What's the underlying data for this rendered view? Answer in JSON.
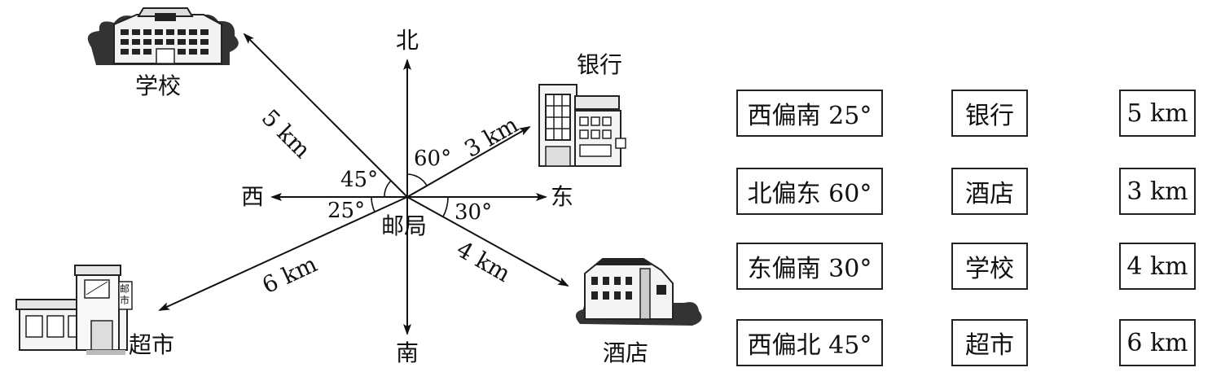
{
  "compass": {
    "north": "北",
    "south": "南",
    "east": "东",
    "west": "西"
  },
  "center_label": "邮局",
  "places": {
    "school": "学校",
    "bank": "银行",
    "supermarket": "超市",
    "hotel": "酒店"
  },
  "supermarket_sign": "邮 市",
  "angles": {
    "north_to_bank": "60°",
    "west_to_school": "45°",
    "west_to_supermarket": "25°",
    "east_to_hotel": "30°"
  },
  "distances": {
    "school": "5 km",
    "bank": "3 km",
    "hotel": "4 km",
    "supermarket": "6 km"
  },
  "options": {
    "directions": [
      "西偏南 25°",
      "北偏东 60°",
      "东偏南 30°",
      "西偏北 45°"
    ],
    "places": [
      "银行",
      "酒店",
      "学校",
      "超市"
    ],
    "distances": [
      "5 km",
      "3 km",
      "4 km",
      "6 km"
    ]
  }
}
